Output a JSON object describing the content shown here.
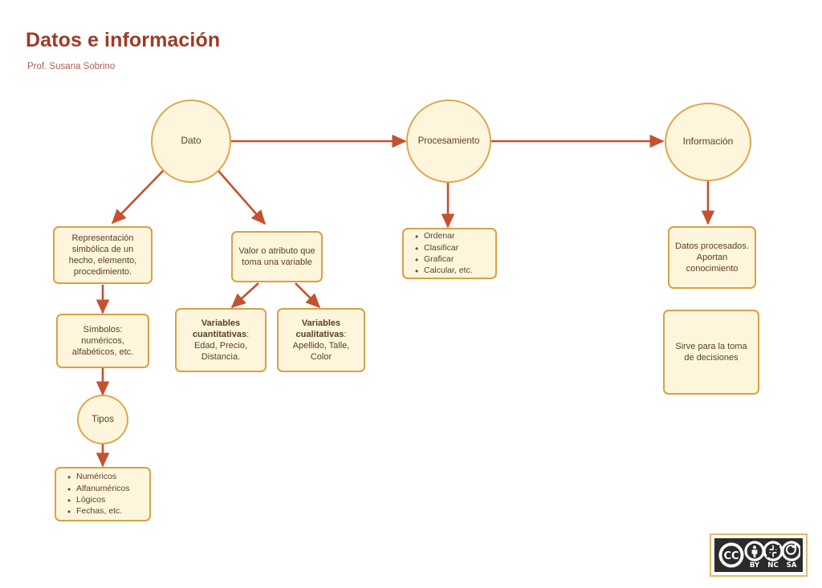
{
  "header": {
    "title": "Datos e información",
    "author": "Prof. Susana Sobrino",
    "title_color": "#9c3b26"
  },
  "theme": {
    "node_fill": "#fdf6dc",
    "node_border": "#dba042",
    "circle_border": "#e0a64c",
    "arrow_color": "#c4512f",
    "text_color": "#5e3b2c"
  },
  "diagram": {
    "type": "flowchart",
    "nodes": {
      "dato": "Dato",
      "procesamiento": "Procesamiento",
      "informacion": "Información",
      "representacion": "Representación simbólica de un hecho, elemento, procedimiento.",
      "valor": "Valor o atributo que toma una variable",
      "simbolos": "Símbolos: numéricos, alfabéticos, etc.",
      "tipos": "Tipos",
      "tipos_list": [
        "Numéricos",
        "Alfanuméricos",
        "Lógicos",
        "Fechas, etc."
      ],
      "procesamiento_list": [
        "Ordenar",
        "Clasificar",
        "Graficar",
        "Calcular, etc."
      ],
      "cuantitativas_label": "Variables cuantitativas",
      "cuantitativas_colon": ":",
      "cuantitativas_examples": "Edad, Precio, Distancia.",
      "cualitativas_label": "Variables cualitativas",
      "cualitativas_colon": ":",
      "cualitativas_examples": "Apellido, Talle, Color",
      "datos_procesados": "Datos procesados. Aportan conocimiento",
      "toma_decisiones": "Sirve para la toma de decisiones"
    },
    "edges": [
      {
        "from": "dato",
        "to": "procesamiento"
      },
      {
        "from": "procesamiento",
        "to": "informacion"
      },
      {
        "from": "dato",
        "to": "representacion"
      },
      {
        "from": "dato",
        "to": "valor"
      },
      {
        "from": "representacion",
        "to": "simbolos"
      },
      {
        "from": "simbolos",
        "to": "tipos"
      },
      {
        "from": "tipos",
        "to": "tipos_list"
      },
      {
        "from": "valor",
        "to": "cuantitativas"
      },
      {
        "from": "valor",
        "to": "cualitativas"
      },
      {
        "from": "procesamiento",
        "to": "procesamiento_list"
      },
      {
        "from": "informacion",
        "to": "datos_procesados"
      }
    ]
  },
  "license": {
    "name": "cc-logo",
    "mark": "CC",
    "terms": [
      "BY",
      "NC",
      "SA"
    ]
  }
}
